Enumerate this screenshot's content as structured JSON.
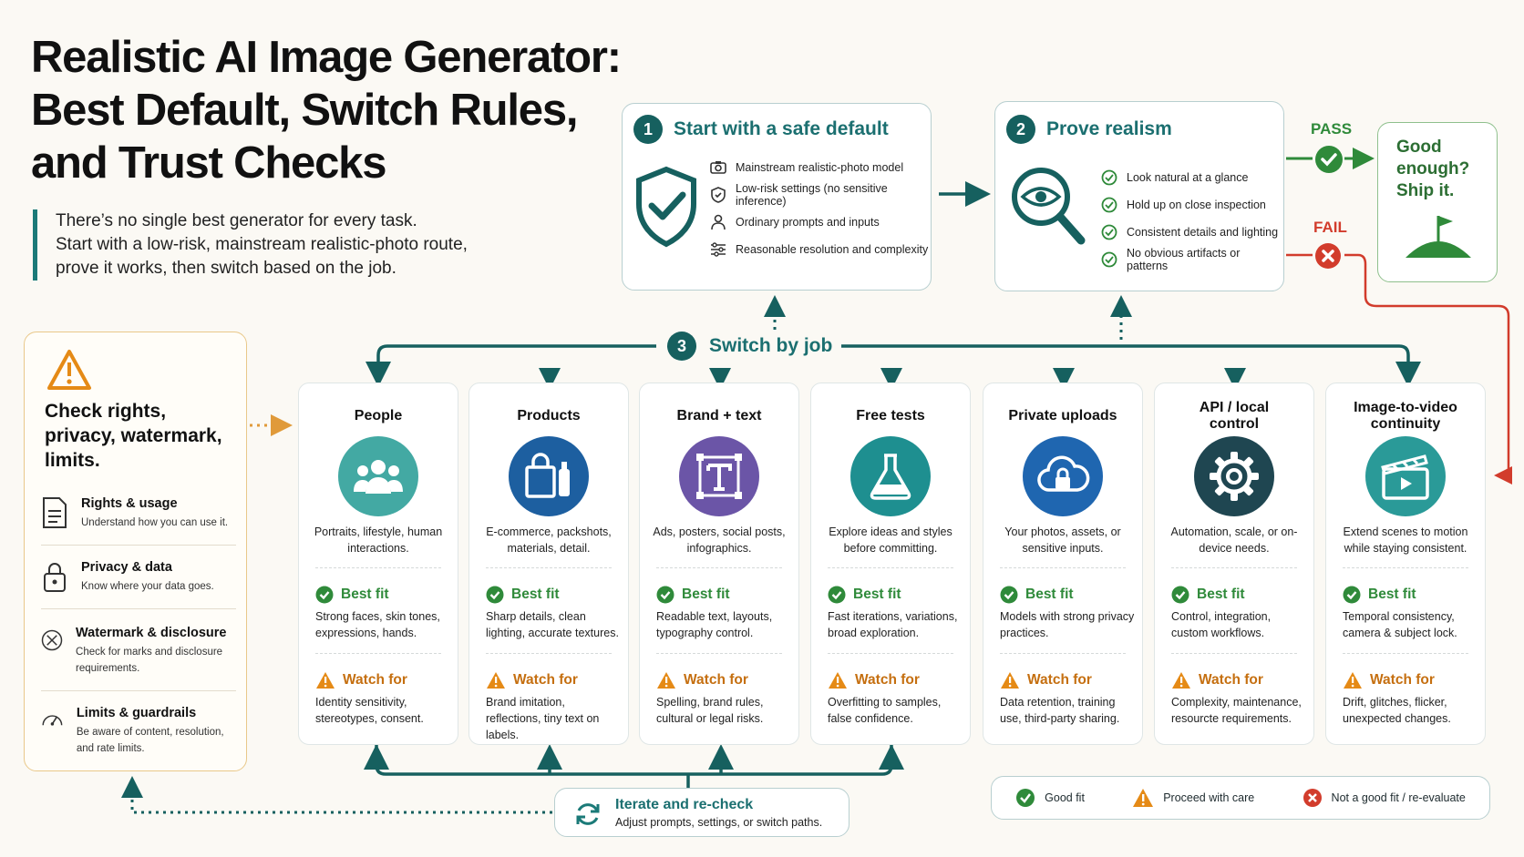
{
  "title": [
    "Realistic AI Image Generator:",
    "Best Default, Switch Rules,",
    "and Trust Checks"
  ],
  "intro": [
    "There’s no single best generator for every task.",
    "Start with a low-risk, mainstream realistic-photo route,",
    "prove it works, then switch based on the job."
  ],
  "step1": {
    "num": "1",
    "title": "Start with a safe default",
    "items": [
      "Mainstream realistic-photo model",
      "Low-risk settings (no sensitive inference)",
      "Ordinary prompts and inputs",
      "Reasonable resolution and complexity"
    ]
  },
  "step2": {
    "num": "2",
    "title": "Prove realism",
    "items": [
      "Look natural at a glance",
      "Hold up on close inspection",
      "Consistent details and lighting",
      "No obvious artifacts or patterns"
    ]
  },
  "pass_label": "PASS",
  "fail_label": "FAIL",
  "ship": [
    "Good",
    "enough?",
    "Ship it."
  ],
  "step3": {
    "num": "3",
    "title": "Switch by job"
  },
  "rights": {
    "title": [
      "Check rights,",
      "privacy, watermark,",
      "limits."
    ],
    "items": [
      {
        "title": "Rights & usage",
        "desc": "Understand how you can use it."
      },
      {
        "title": "Privacy & data",
        "desc": "Know where your data goes."
      },
      {
        "title": "Watermark & disclosure",
        "desc": "Check for marks and disclosure requirements."
      },
      {
        "title": "Limits & guardrails",
        "desc": "Be aware of content, resolution, and rate limits."
      }
    ]
  },
  "best_fit_label": "Best fit",
  "watch_for_label": "Watch for",
  "jobs": [
    {
      "title": "People",
      "desc": "Portraits, lifestyle, human interactions.",
      "best": "Strong faces, skin tones, expressions, hands.",
      "watch": "Identity sensitivity, stereotypes, consent.",
      "icon": "people-icon",
      "color": "#43a9a3"
    },
    {
      "title": "Products",
      "desc": "E-commerce, packshots, materials, detail.",
      "best": "Sharp details, clean lighting, accurate textures.",
      "watch": "Brand imitation, reflections, tiny text on labels.",
      "icon": "shopping-bag-icon",
      "color": "#1d5fa0"
    },
    {
      "title": "Brand + text",
      "desc": "Ads, posters, social posts, infographics.",
      "best": "Readable text, layouts, typography control.",
      "watch": "Spelling, brand rules, cultural or legal risks.",
      "icon": "text-icon",
      "color": "#6b55a7"
    },
    {
      "title": "Free tests",
      "desc": "Explore ideas and styles before committing.",
      "best": "Fast iterations, variations, broad exploration.",
      "watch": "Overfitting to samples, false confidence.",
      "icon": "flask-icon",
      "color": "#1e8f90"
    },
    {
      "title": "Private uploads",
      "desc": "Your photos, assets, or sensitive inputs.",
      "best": "Models with strong privacy practices.",
      "watch": "Data retention, training use, third-party sharing.",
      "icon": "cloud-lock-icon",
      "color": "#1f66b0"
    },
    {
      "title": "API / local control",
      "desc": "Automation, scale, or on-device needs.",
      "best": "Control, integration, custom workflows.",
      "watch": "Complexity, maintenance, resourcte requirements.",
      "icon": "gear-icon",
      "color": "#1f4651"
    },
    {
      "title": "Image-to-video continuity",
      "desc": "Extend scenes to motion while staying consistent.",
      "best": "Temporal consistency, camera & subject lock.",
      "watch": "Drift, glitches, flicker, unexpected changes.",
      "icon": "clapperboard-icon",
      "color": "#2a9a98"
    }
  ],
  "iterate": {
    "title": "Iterate and re-check",
    "desc": "Adjust prompts, settings, or switch paths."
  },
  "legend": [
    "Good fit",
    "Proceed with care",
    "Not a good fit / re-evaluate"
  ],
  "colors": {
    "teal": "#16605f",
    "green": "#2f8a3a",
    "orange": "#e58a16",
    "red": "#d23c2c"
  }
}
